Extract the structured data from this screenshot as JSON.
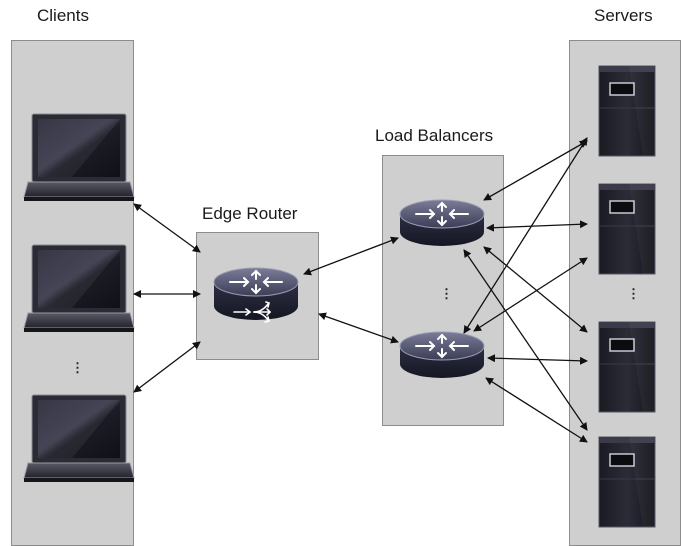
{
  "labels": {
    "clients": "Clients",
    "servers": "Servers",
    "edge_router": "Edge Router",
    "load_balancers": "Load Balancers"
  },
  "ellipsis": "⋮",
  "icons": {
    "laptop": "laptop-icon",
    "router": "router-icon",
    "server": "server-icon"
  },
  "colors": {
    "panel": "#cfcfcf",
    "panel_border": "#8c8c8c",
    "arrow": "#111111"
  }
}
